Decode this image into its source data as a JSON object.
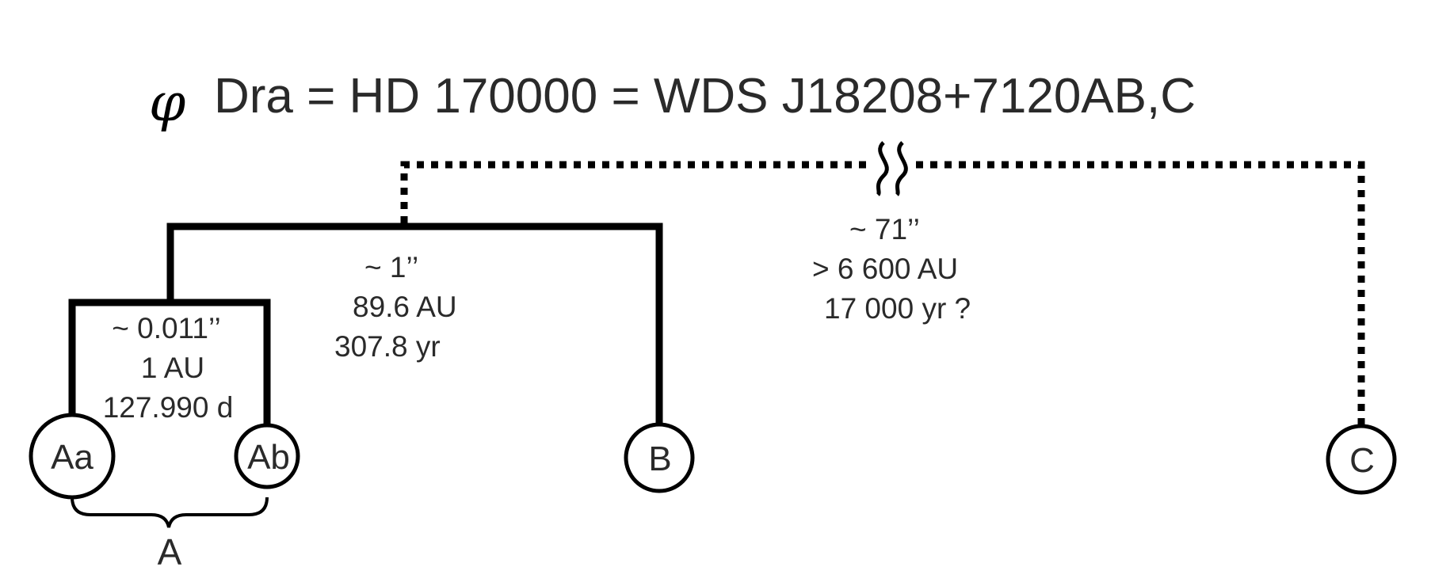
{
  "title": {
    "symbol": "φ",
    "text": "Dra = HD 170000 = WDS J18208+7120AB,C"
  },
  "stars": {
    "aa": "Aa",
    "ab": "Ab",
    "b": "B",
    "c": "C"
  },
  "groups": {
    "a": "A"
  },
  "orbits": {
    "aa_ab": {
      "separation": "~ 0.011’’",
      "distance": "1 AU",
      "period": "127.990 d"
    },
    "a_b": {
      "separation": "~ 1’’",
      "distance": "89.6 AU",
      "period": "307.8 yr"
    },
    "ab_c": {
      "separation": "~ 71’’",
      "distance": "> 6 600 AU",
      "period": "17 000 yr ?"
    }
  }
}
